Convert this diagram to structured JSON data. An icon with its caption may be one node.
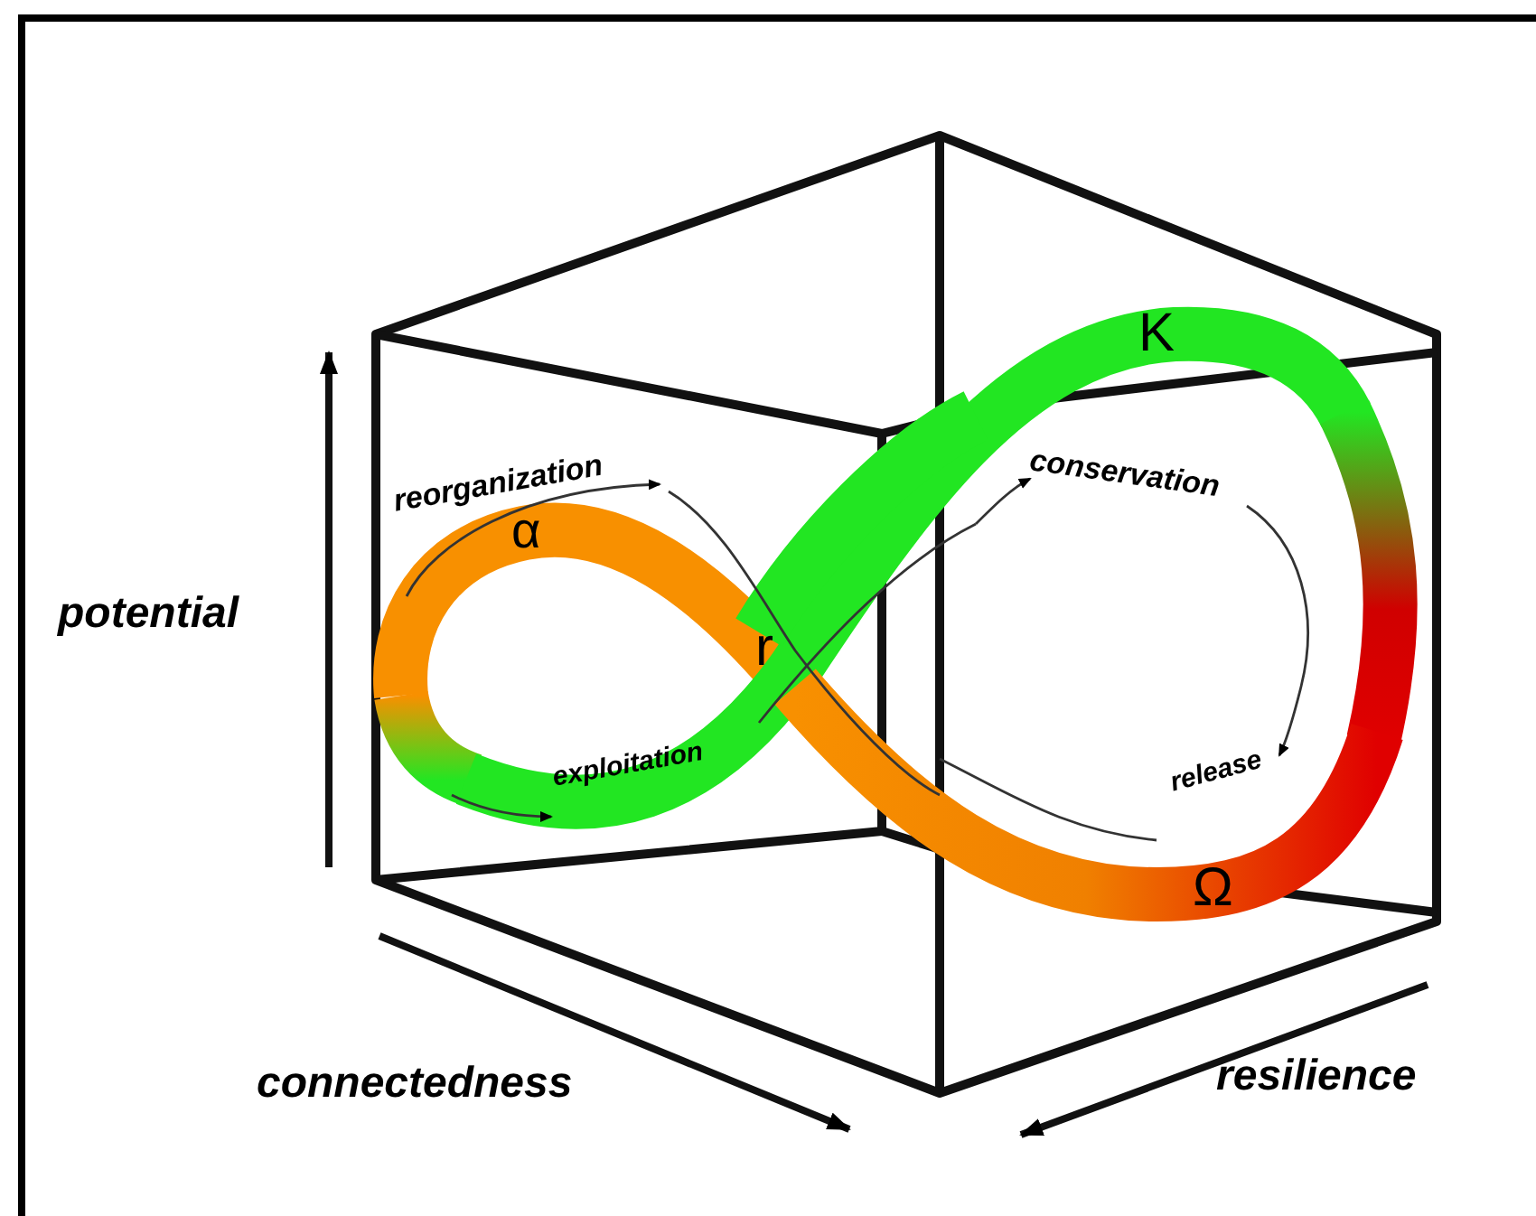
{
  "diagram": {
    "labels": [
      "K",
      "reorganization",
      "conservation",
      "α",
      "potential",
      "r",
      "exploitation",
      "release",
      "Ω",
      "connectedness",
      "resilience"
    ]
  }
}
